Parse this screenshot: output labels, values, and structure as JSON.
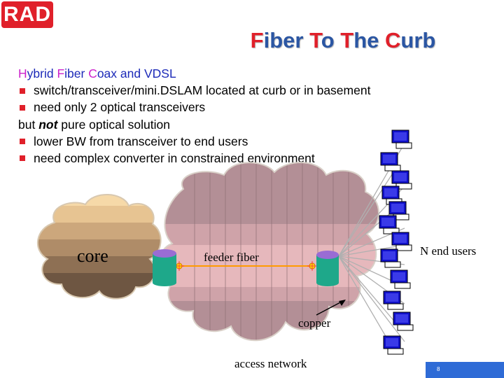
{
  "logo": {
    "text": "RAD"
  },
  "title": {
    "parts": [
      "F",
      "iber ",
      "T",
      "o ",
      "T",
      "he ",
      "C",
      "urb"
    ]
  },
  "subtitle": {
    "words": [
      {
        "first": "H",
        "rest": "ybrid "
      },
      {
        "first": "F",
        "rest": "iber "
      },
      {
        "first": "C",
        "rest": "oax  and  "
      },
      {
        "first": "",
        "rest": "VDSL"
      }
    ]
  },
  "bullets": {
    "b1": "switch/transceiver/mini.DSLAM located at curb or in basement",
    "b2": "need only 2 optical transceivers",
    "but_prefix": "but ",
    "but_emph": "not",
    "but_suffix": " pure optical solution",
    "b3": "lower BW from transceiver to end users",
    "b4": "need complex converter in constrained environment"
  },
  "diagram": {
    "core_label": "core",
    "feeder_label": "feeder fiber",
    "end_users_label": "N end users",
    "copper_label": "copper",
    "access_label": "access network"
  },
  "page_number": "8",
  "colors": {
    "brand_red": "#e0202a",
    "title_blue": "#2b56a3",
    "node_teal": "#1ea88a",
    "node_purple": "#9a6cd4",
    "terminal_blue": "#1010c8"
  }
}
